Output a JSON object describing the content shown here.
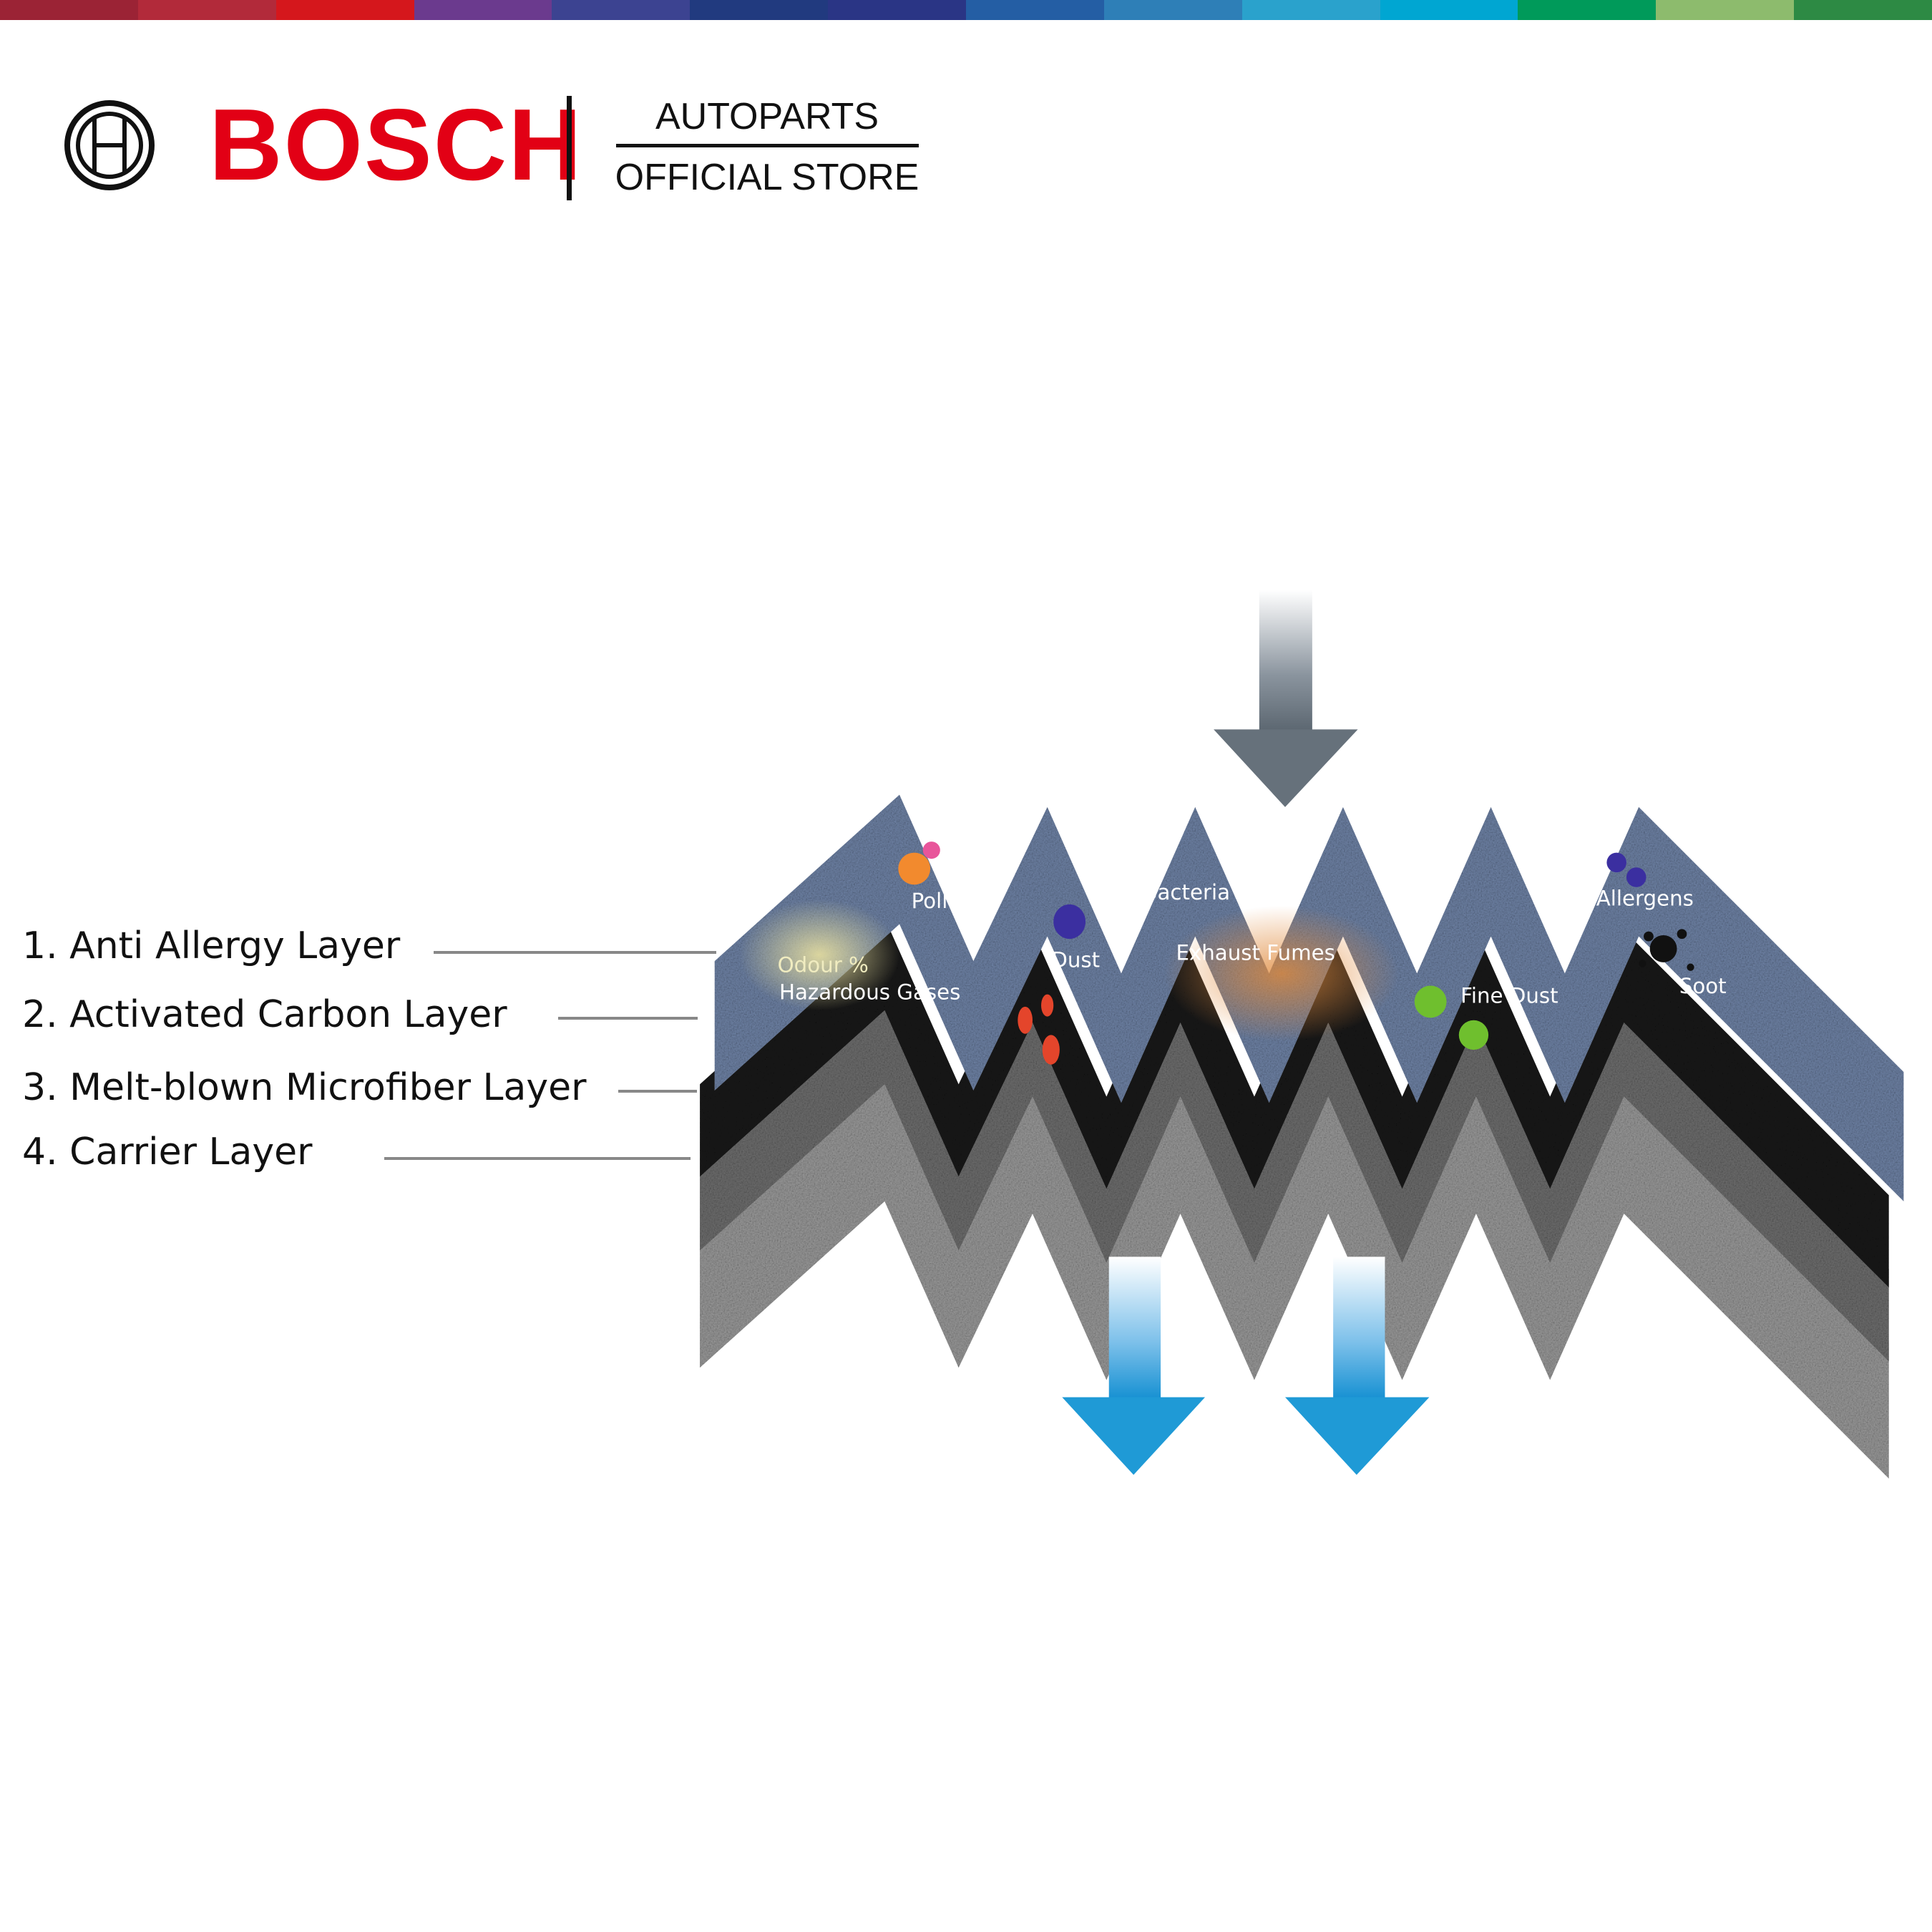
{
  "color_bar": [
    "#9b2335",
    "#b22a3a",
    "#d5171c",
    "#6b3a8e",
    "#3c4391",
    "#213a7f",
    "#2a3585",
    "#245ea4",
    "#2e7fb7",
    "#2aa2cc",
    "#00a6d2",
    "#009a5a",
    "#8dbb6d",
    "#2d8a44"
  ],
  "brand": {
    "logo_name": "BOSCH",
    "store_line1": "AUTOPARTS",
    "store_line2": "OFFICIAL STORE"
  },
  "layers": [
    {
      "label": "1. Anti Allergy Layer"
    },
    {
      "label": "2. Activated Carbon Layer"
    },
    {
      "label": "3. Melt-blown Microfiber Layer"
    },
    {
      "label": "4. Carrier Layer"
    }
  ],
  "particles": {
    "pollen": "Pollen",
    "bacteria": "Bacteria",
    "allergens": "Allergens",
    "odour": "Odour %",
    "hazardous": "Hazardous Gases",
    "dust": "Dust",
    "exhaust": "Exhaust Fumes",
    "fine_dust": "Fine Dust",
    "soot": "Soot"
  },
  "colors": {
    "brand_red": "#e20015",
    "filter_blue": "#6f83a6",
    "arrow_gray": "#6c7680",
    "arrow_blue": "#1f9ad6"
  }
}
